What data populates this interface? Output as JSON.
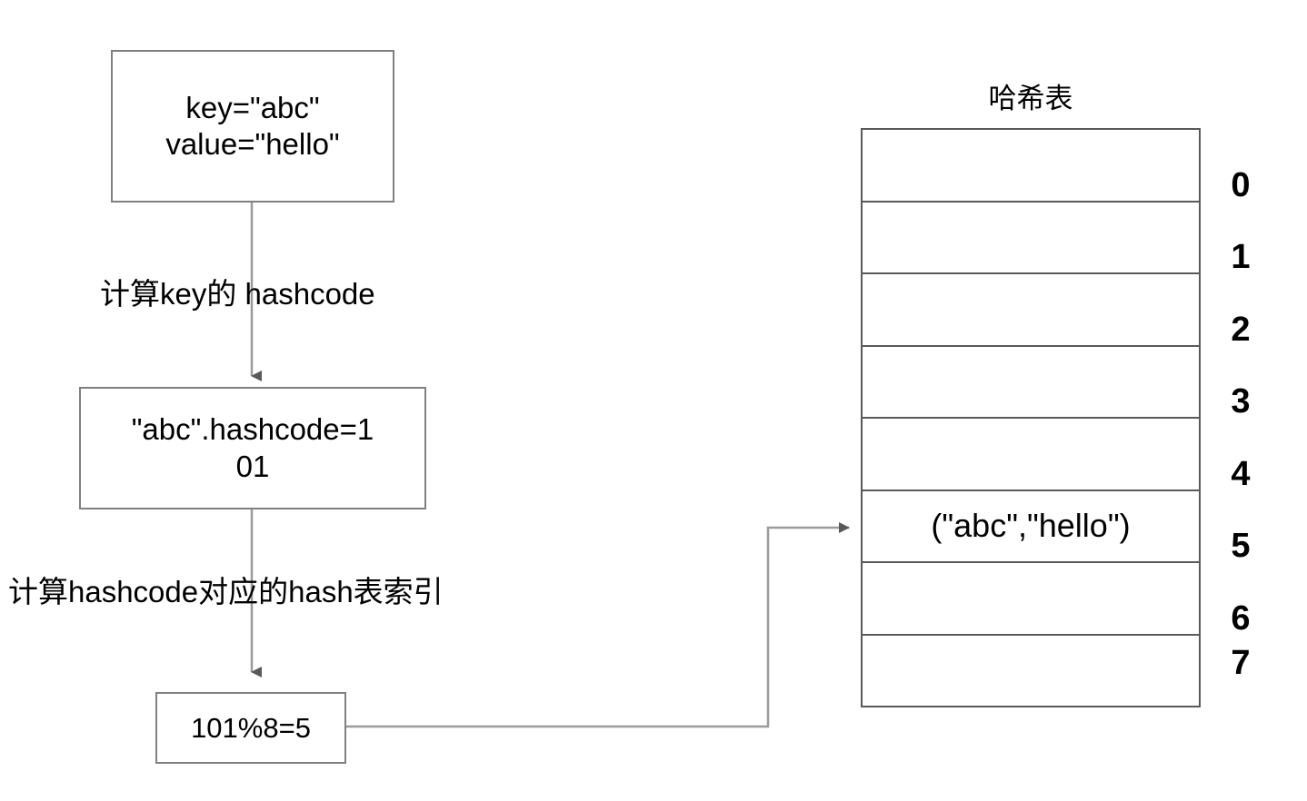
{
  "diagram": {
    "title": "哈希表",
    "boxes": {
      "input": "key=\"abc\"\nvalue=\"hello\"",
      "hashcode": "\"abc\".hashcode=1\n01",
      "modulo": "101%8=5"
    },
    "edge_labels": {
      "compute_hashcode": "计算key的 hashcode",
      "compute_index": "计算hashcode对应的hash表索引"
    },
    "hash_table": {
      "title": "哈希表",
      "slots": [
        {
          "index": "0",
          "value": ""
        },
        {
          "index": "1",
          "value": ""
        },
        {
          "index": "2",
          "value": ""
        },
        {
          "index": "3",
          "value": ""
        },
        {
          "index": "4",
          "value": ""
        },
        {
          "index": "5",
          "value": "(\"abc\",\"hello\")"
        },
        {
          "index": "6",
          "value": ""
        },
        {
          "index": "7",
          "value": ""
        }
      ]
    },
    "colors": {
      "box_border": "#808080",
      "table_border": "#595959",
      "connector": "#9a9a9a",
      "arrowhead": "#595959",
      "text": "#000000",
      "background": "#ffffff"
    }
  }
}
